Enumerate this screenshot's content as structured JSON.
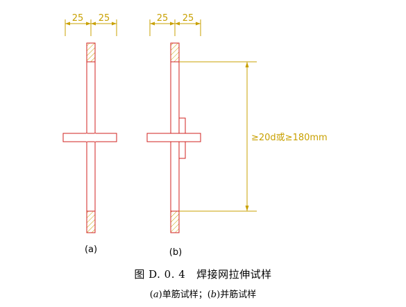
{
  "diagram": {
    "dimension_left_a": "25",
    "dimension_right_a": "25",
    "dimension_left_b": "25",
    "dimension_right_b": "25",
    "length_label": "≥20d或≥180mm",
    "label_a": "(a)",
    "label_b": "(b)"
  },
  "caption": {
    "title_prefix": "图 D. 0. 4",
    "title_text": "焊接网拉伸试样",
    "sub_a_open": "(",
    "sub_a_letter": "a",
    "sub_a_close": ")单筋试样；",
    "sub_b_open": "(",
    "sub_b_letter": "b",
    "sub_b_close": ")并筋试样"
  },
  "colors": {
    "outline": "#d0201f",
    "dimension": "#c8a000",
    "text": "#000000"
  }
}
